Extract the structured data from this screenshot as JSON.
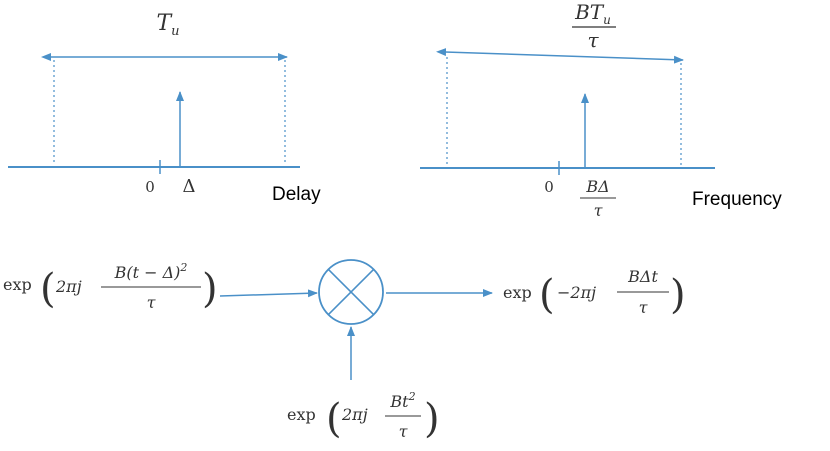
{
  "colors": {
    "accent": "#4a90c8",
    "text": "#333333",
    "label": "#000000"
  },
  "delay_panel": {
    "span_label": "T",
    "span_label_sub": "u",
    "origin_label": "0",
    "tick_label": "Δ",
    "axis_name": "Delay"
  },
  "frequency_panel": {
    "span_label_num": "BT",
    "span_label_num_sub": "u",
    "span_label_den": "τ",
    "origin_label": "0",
    "tick_label_num": "BΔ",
    "tick_label_den": "τ",
    "axis_name": "Frequency"
  },
  "mixer": {
    "input_left": {
      "func": "exp",
      "prefix": "2πj",
      "num": "B(t − Δ)",
      "num_sup": "2",
      "den": "τ"
    },
    "input_bottom": {
      "func": "exp",
      "prefix": "2πj",
      "num": "Bt",
      "num_sup": "2",
      "den": "τ"
    },
    "output": {
      "func": "exp",
      "prefix": "−2πj",
      "num": "BΔt",
      "den": "τ"
    }
  }
}
